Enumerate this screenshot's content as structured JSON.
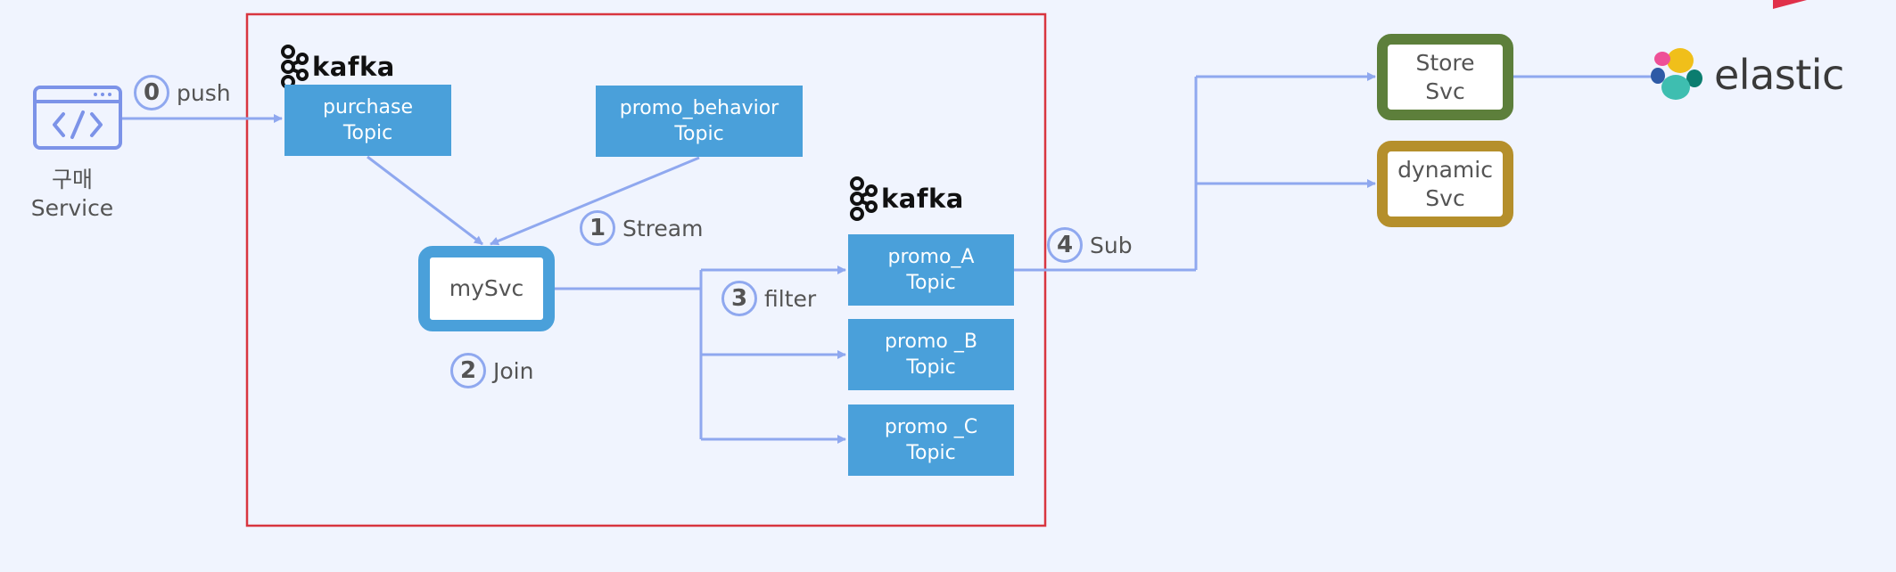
{
  "client": {
    "label_line1": "구매",
    "label_line2": "Service",
    "icon": "code-window-icon"
  },
  "kafka_logos": [
    {
      "text": "kafka",
      "icon": "kafka-logo-icon"
    },
    {
      "text": "kafka",
      "icon": "kafka-logo-icon"
    }
  ],
  "topics": {
    "purchase": [
      "purchase",
      "Topic"
    ],
    "promo_behavior": [
      "promo_behavior",
      "Topic"
    ],
    "promo_a": [
      "promo_A",
      "Topic"
    ],
    "promo_b": [
      "promo _B",
      "Topic"
    ],
    "promo_c": [
      "promo _C",
      "Topic"
    ]
  },
  "services": {
    "mysvc": "mySvc",
    "store": [
      "Store",
      "Svc"
    ],
    "dynamic": [
      "dynamic",
      "Svc"
    ]
  },
  "steps": [
    {
      "num": "0",
      "label": "push"
    },
    {
      "num": "1",
      "label": "Stream"
    },
    {
      "num": "2",
      "label": "Join"
    },
    {
      "num": "3",
      "label": "filter"
    },
    {
      "num": "4",
      "label": "Sub"
    }
  ],
  "elastic": {
    "text": "elastic",
    "icon": "elastic-logo-icon"
  },
  "colors": {
    "background": "#f0f4fe",
    "topic": "#4aa0da",
    "arrow": "#8fa8ef",
    "kafka_cluster_border": "#d8353f",
    "store_border": "#5d7f3b",
    "dynamic_border": "#b58f2b"
  }
}
